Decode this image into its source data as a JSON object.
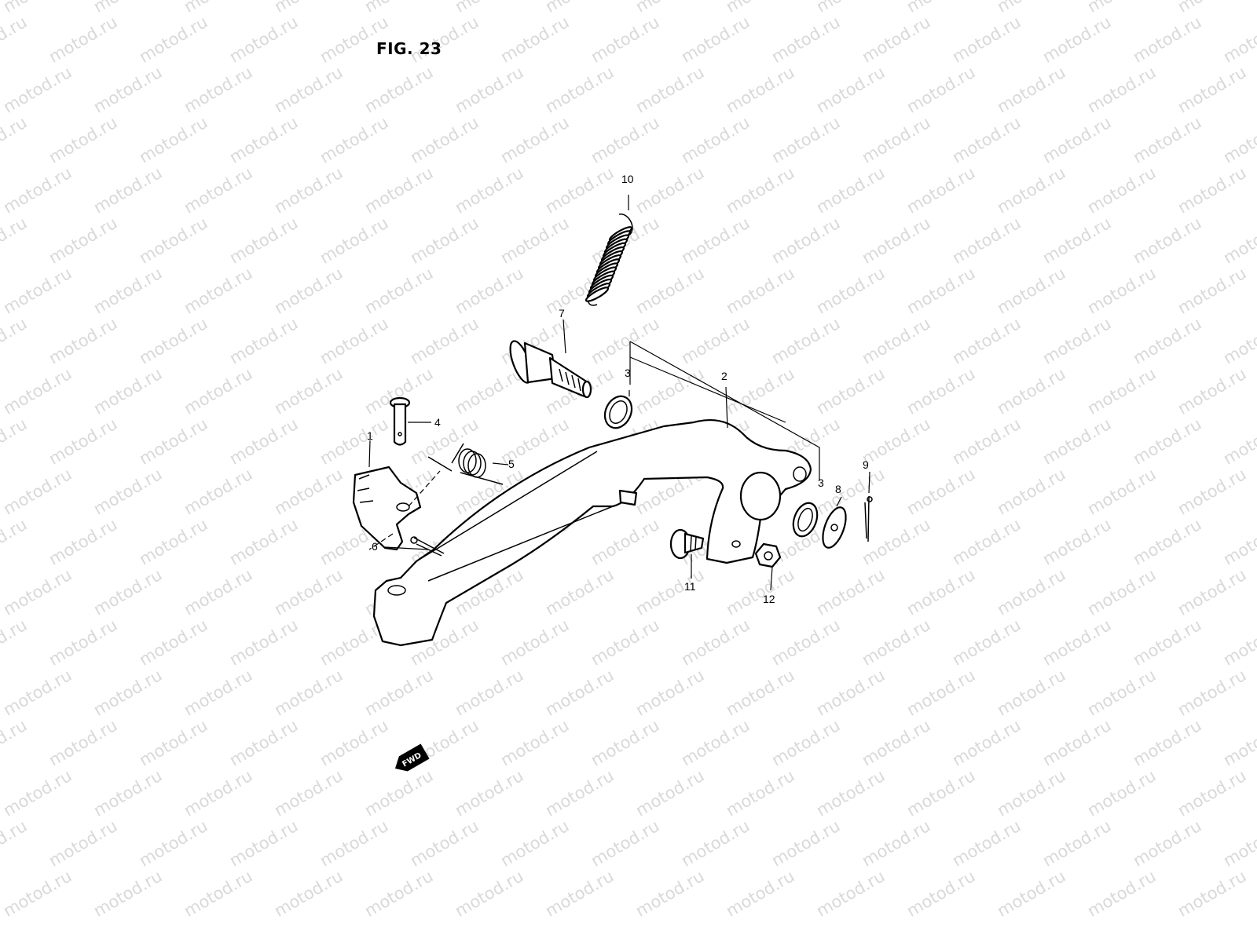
{
  "title": "FIG. 23",
  "watermark_text": "motod.ru",
  "direction_badge": "FWD",
  "callouts": {
    "c1": "1",
    "c2": "2",
    "c3a": "3",
    "c3b": "3",
    "c4": "4",
    "c5": "5",
    "c6": "6",
    "c7": "7",
    "c8": "8",
    "c9": "9",
    "c10": "10",
    "c11": "11",
    "c12": "12"
  }
}
